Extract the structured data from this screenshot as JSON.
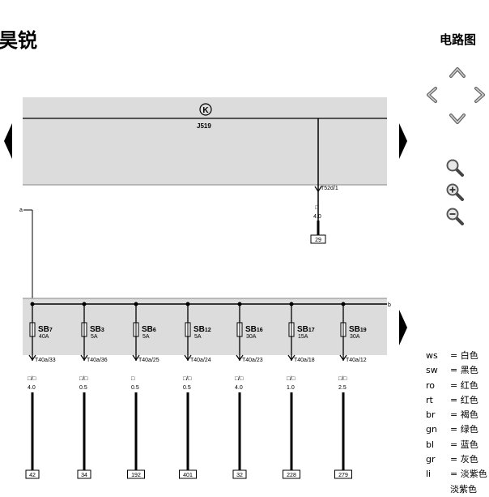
{
  "header": {
    "title": "昊锐"
  },
  "panel": {
    "title": "电路图"
  },
  "navigation": {
    "prev_page": "left-triangle",
    "next_page_top": "right-triangle",
    "next_page_bottom": "right-triangle",
    "pan_up": "chevron-up-icon",
    "pan_left": "chevron-left-icon",
    "pan_right": "chevron-right-icon",
    "pan_down": "chevron-down-icon",
    "zoom_fit": "magnifier-icon",
    "zoom_in": "zoom-in-icon",
    "zoom_out": "zoom-out-icon"
  },
  "diagram": {
    "control_unit": {
      "symbol": "K",
      "label": "J519"
    },
    "top_connector": {
      "pin": "T52d/1",
      "color_code": "□",
      "wire_size": "4.0",
      "ref": "29"
    },
    "line_label_a": "a",
    "line_label_b": "b",
    "fuses": [
      {
        "name": "SB",
        "num": "7",
        "amp": "40A",
        "pin": "T40a/33",
        "color": "□/□",
        "size": "4.0",
        "ref": "42"
      },
      {
        "name": "SB",
        "num": "3",
        "amp": "5A",
        "pin": "T40a/36",
        "color": "□/□",
        "size": "0.5",
        "ref": "34"
      },
      {
        "name": "SB",
        "num": "6",
        "amp": "5A",
        "pin": "T40a/25",
        "color": "□",
        "size": "0.5",
        "ref": "192"
      },
      {
        "name": "SB",
        "num": "12",
        "amp": "5A",
        "pin": "T40a/24",
        "color": "□/□",
        "size": "0.5",
        "ref": "401"
      },
      {
        "name": "SB",
        "num": "16",
        "amp": "30A",
        "pin": "T40a/23",
        "color": "□/□",
        "size": "4.0",
        "ref": "32"
      },
      {
        "name": "SB",
        "num": "17",
        "amp": "15A",
        "pin": "T40a/18",
        "color": "□/□",
        "size": "1.0",
        "ref": "228"
      },
      {
        "name": "SB",
        "num": "19",
        "amp": "30A",
        "pin": "T40a/12",
        "color": "□/□",
        "size": "2.5",
        "ref": "279"
      }
    ]
  },
  "legend": [
    {
      "code": "ws",
      "text": "= 白色"
    },
    {
      "code": "sw",
      "text": "= 黑色"
    },
    {
      "code": "ro",
      "text": "= 红色"
    },
    {
      "code": "rt",
      "text": "= 红色"
    },
    {
      "code": "br",
      "text": "= 褐色"
    },
    {
      "code": "gn",
      "text": "= 绿色"
    },
    {
      "code": "bl",
      "text": "= 蓝色"
    },
    {
      "code": "gr",
      "text": "= 灰色"
    },
    {
      "code": "li",
      "text": "= 淡紫色"
    },
    {
      "code": "",
      "text": "淡紫色"
    }
  ],
  "colors": {
    "module_fill": "#dcdcdc",
    "module_border": "#999999",
    "ink": "#000000"
  }
}
